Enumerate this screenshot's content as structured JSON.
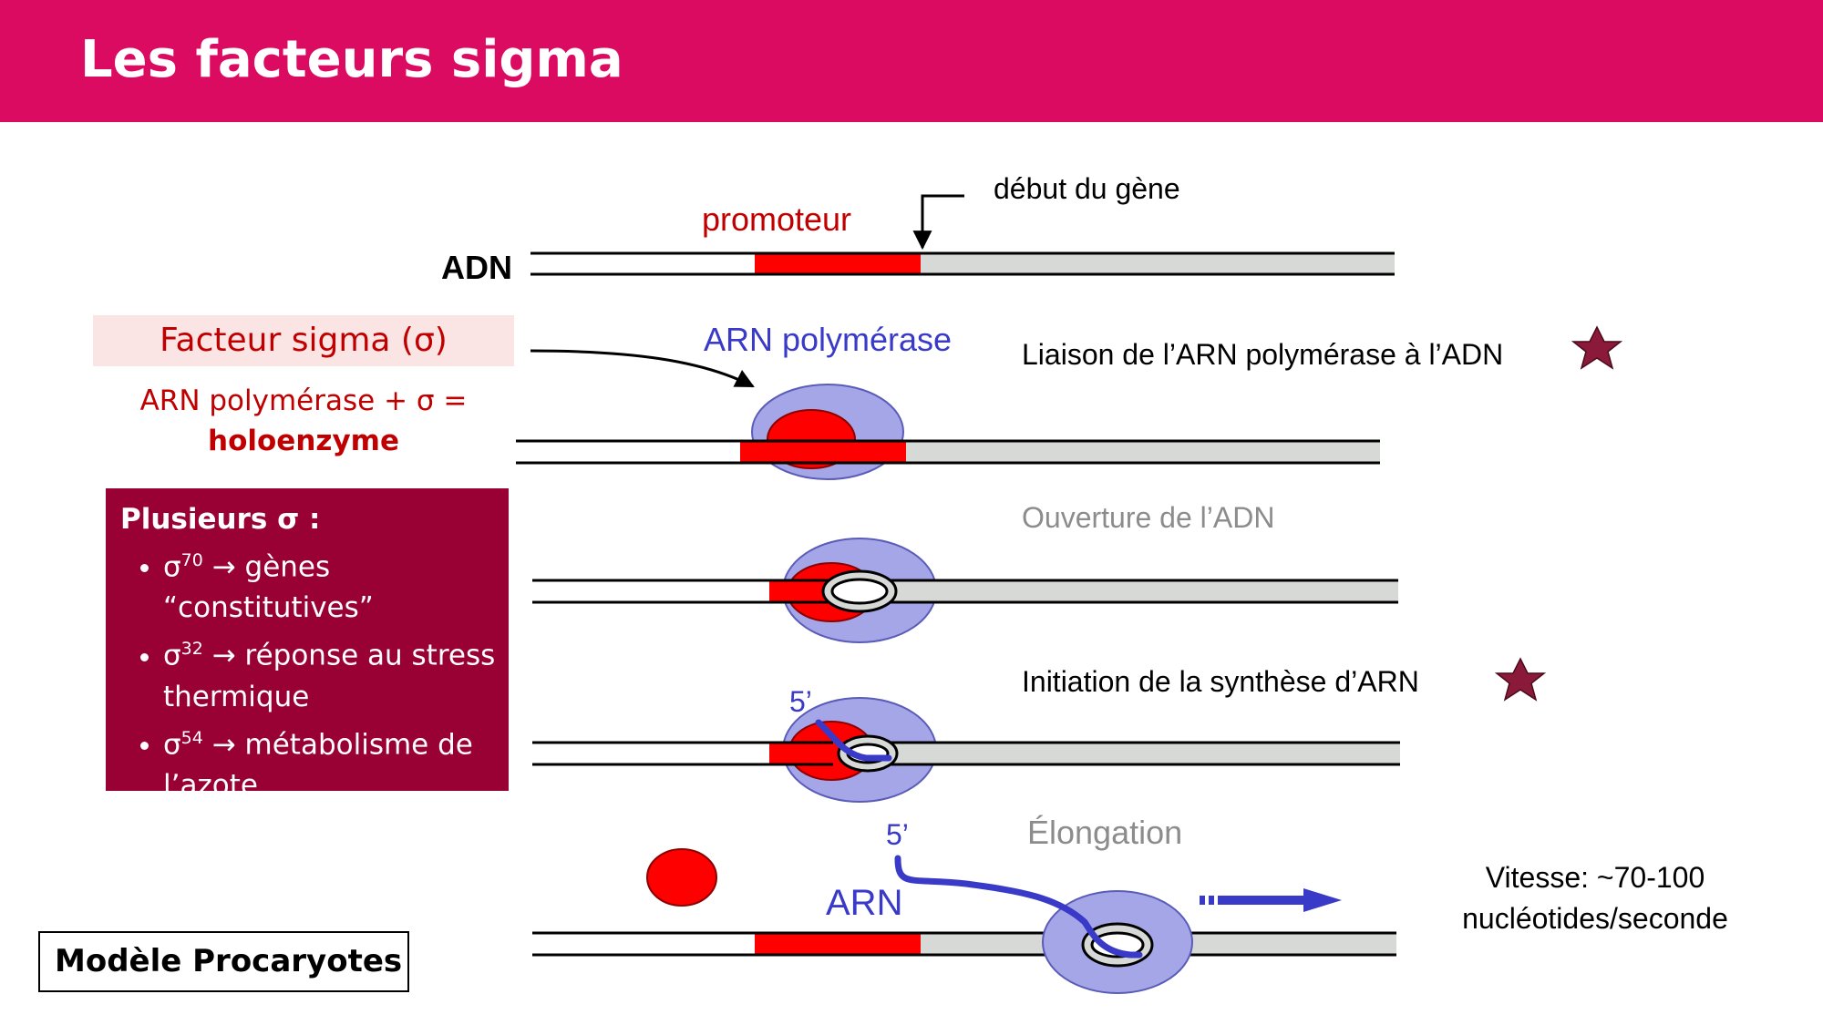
{
  "title": "Les facteurs sigma",
  "labels": {
    "adn": "ADN",
    "promoteur": "promoteur",
    "debut_gene": "début du gène",
    "arn_polymerase": "ARN polymérase",
    "liaison": "Liaison de l’ARN polymérase à l’ADN",
    "ouverture": "Ouverture de l’ADN",
    "initiation": "Initiation de la synthèse d’ARN",
    "five_prime": "5’",
    "elongation": "Élongation",
    "arn": "ARN",
    "vitesse_line1": "Vitesse: ~70-100",
    "vitesse_line2": "nucléotides/seconde"
  },
  "sigma_box": {
    "label": "Facteur sigma (σ)",
    "holoenzyme_line1": "ARN polymérase + σ =",
    "holoenzyme_line2": "holoenzyme"
  },
  "multiple_sigma": {
    "title": "Plusieurs σ :",
    "items": [
      {
        "symbol": "σ",
        "sup": "70",
        "text": " → gènes “constitutives”"
      },
      {
        "symbol": "σ",
        "sup": "32",
        "text": " → réponse au stress thermique"
      },
      {
        "symbol": "σ",
        "sup": "54",
        "text": " → métabolisme de l’azote"
      }
    ]
  },
  "model_label": "Modèle Procaryotes",
  "colors": {
    "header": "#dc0b62",
    "promoter": "#ff0000",
    "polymerase": "#a4a6e8",
    "rna": "#3a3ac8",
    "box": "#990033",
    "star": "#8b1a3a",
    "grey_text": "#8c8c8c"
  }
}
